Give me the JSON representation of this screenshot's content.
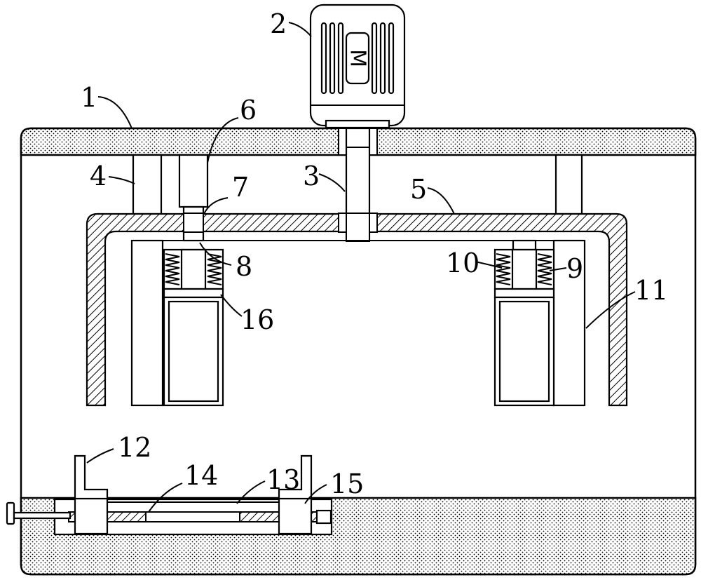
{
  "motor_label": "M",
  "part_labels": [
    {
      "id": "housing",
      "text": "1"
    },
    {
      "id": "motor",
      "text": "2"
    },
    {
      "id": "shaft",
      "text": "3"
    },
    {
      "id": "support-post",
      "text": "4"
    },
    {
      "id": "inner-frame",
      "text": "5"
    },
    {
      "id": "cylinder",
      "text": "6"
    },
    {
      "id": "piston-rod",
      "text": "7"
    },
    {
      "id": "spring-left",
      "text": "8"
    },
    {
      "id": "spring-right",
      "text": "9"
    },
    {
      "id": "guide-rod",
      "text": "10"
    },
    {
      "id": "side-plate",
      "text": "11"
    },
    {
      "id": "clamp-left",
      "text": "12"
    },
    {
      "id": "screw-rod",
      "text": "13"
    },
    {
      "id": "nut-block",
      "text": "14"
    },
    {
      "id": "clamp-right",
      "text": "15"
    },
    {
      "id": "press-block",
      "text": "16"
    }
  ]
}
